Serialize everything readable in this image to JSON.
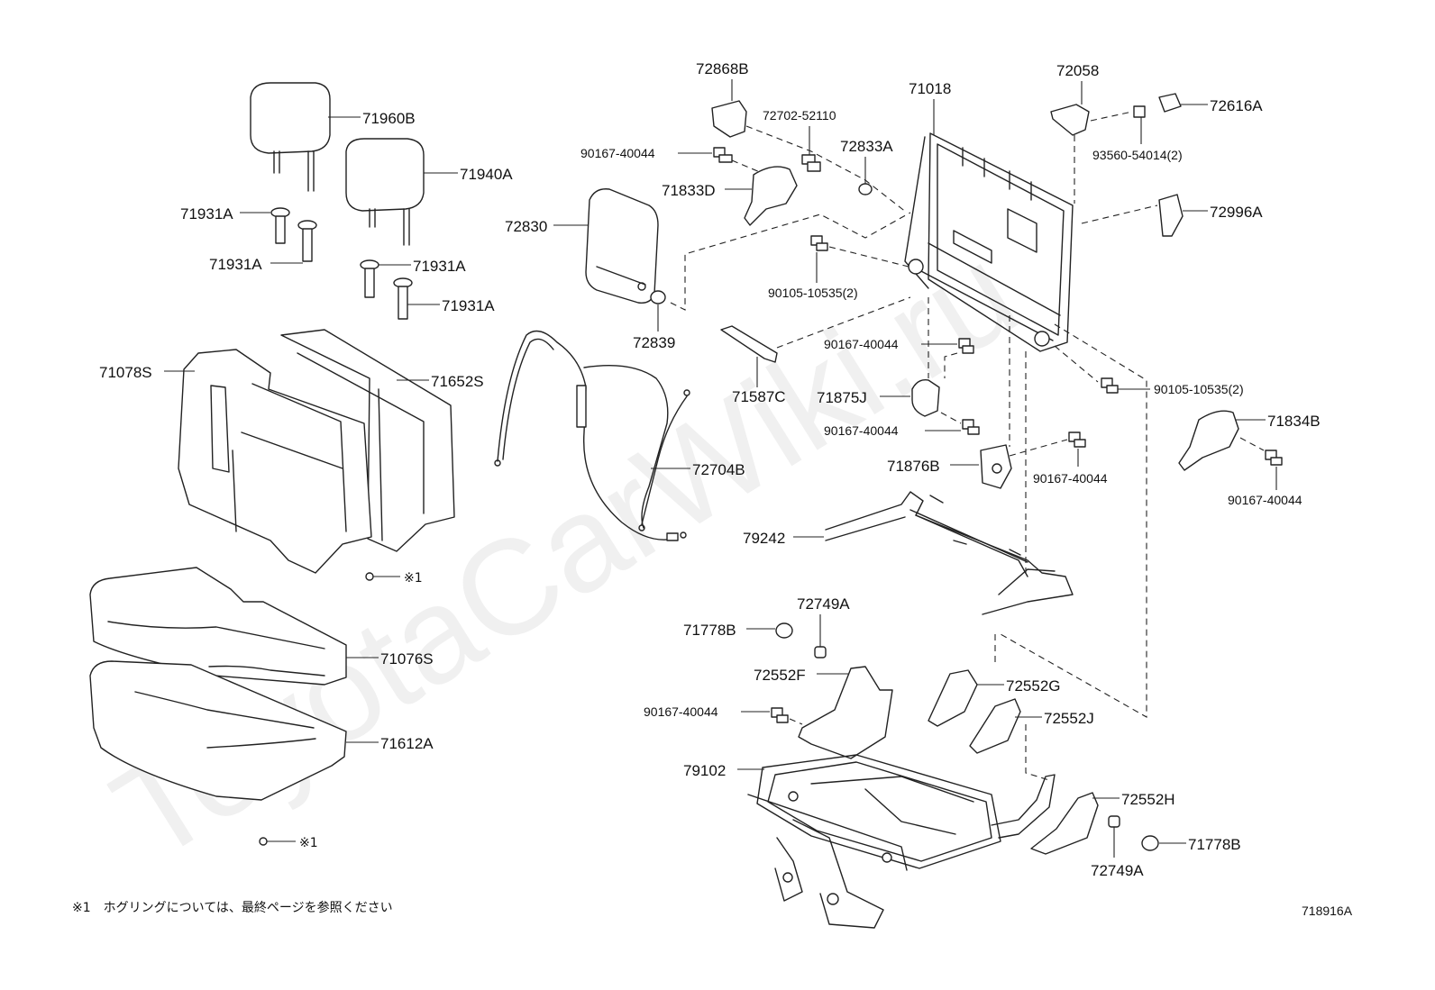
{
  "watermark": "ToyotaCarWiki.ru",
  "parts": {
    "p71960B": "71960B",
    "p71940A": "71940A",
    "p71931A_1": "71931A",
    "p71931A_2": "71931A",
    "p71931A_3": "71931A",
    "p71931A_4": "71931A",
    "p71078S": "71078S",
    "p71652S": "71652S",
    "p71076S": "71076S",
    "p71612A": "71612A",
    "p72868B": "72868B",
    "p72702_52110": "72702-52110",
    "p90167_40044_a": "90167-40044",
    "p71833D": "71833D",
    "p72833A": "72833A",
    "p72830": "72830",
    "p72839": "72839",
    "p71018": "71018",
    "p72058": "72058",
    "p72616A": "72616A",
    "p93560_54014": "93560-54014(2)",
    "p72996A": "72996A",
    "p90105_10535_a": "90105-10535(2)",
    "p90167_40044_b": "90167-40044",
    "p71587C": "71587C",
    "p71875J": "71875J",
    "p90167_40044_c": "90167-40044",
    "p90105_10535_b": "90105-10535(2)",
    "p71834B": "71834B",
    "p90167_40044_d": "90167-40044",
    "p71876B": "71876B",
    "p90167_40044_e": "90167-40044",
    "p72704B": "72704B",
    "p79242": "79242",
    "p72749A_1": "72749A",
    "p71778B_1": "71778B",
    "p72552F": "72552F",
    "p90167_40044_f": "90167-40044",
    "p72552G": "72552G",
    "p72552J": "72552J",
    "p79102": "79102",
    "p72552H": "72552H",
    "p72749A_2": "72749A",
    "p71778B_2": "71778B"
  },
  "ring_notes": [
    "※1",
    "※1"
  ],
  "footnote": "※1　ホグリングについては、最終ページを参照ください",
  "diagram_code": "718916A"
}
